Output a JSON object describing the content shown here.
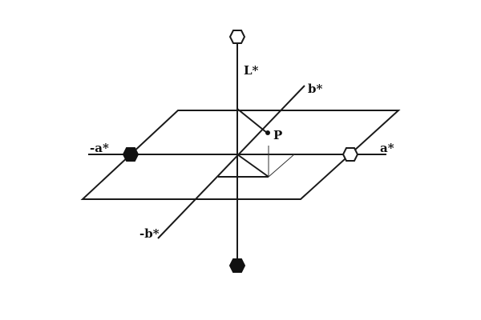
{
  "diagram": {
    "axes": {
      "lightness": "L*",
      "positive_b": "b*",
      "negative_b": "-b*",
      "positive_a": "a*",
      "negative_a": "-a*"
    },
    "point_label": "P",
    "colors": {
      "line": "#1a1a1a",
      "white_marker": "#ffffff",
      "black_marker": "#111111"
    }
  }
}
